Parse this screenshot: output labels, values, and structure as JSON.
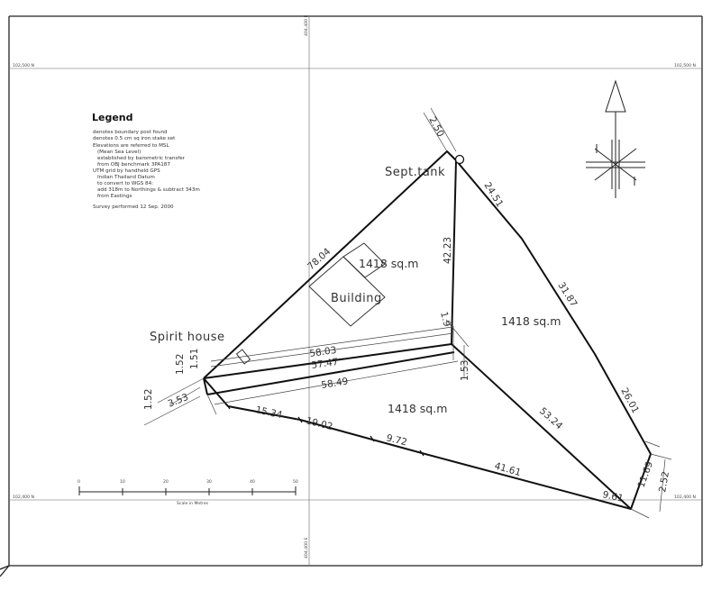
{
  "legend": {
    "title": "Legend",
    "lines": [
      "denotes boundary post found",
      "denotes 0.5 cm sq iron stake set",
      "Elevations are referred to MSL",
      "(Mean Sea Level)",
      "established by barometric transfer",
      "from OBJ benchmark 3PA187",
      "UTM grid by handheld GPS",
      "Indian Thailand Datum",
      "to convert to WGS 84:",
      "add 318m to Northings & subtract 343m",
      "from Eastings",
      "Survey performed 12 Sep. 2000"
    ]
  },
  "labels": {
    "spirit_house": "Spirit house",
    "septic_tank": "Sept.tank",
    "building": "Building",
    "area_building": "1418 sq.m",
    "area_right": "1418 sq.m",
    "area_bottom": "1418 sq.m"
  },
  "dimensions": {
    "d_250": "2.50",
    "d_7804": "78.04",
    "d_4223": "42.23",
    "d_2451": "24.51",
    "d_3187": "31.87",
    "d_2601": "26.01",
    "d_1169": "11.69",
    "d_252": "2.52",
    "d_961": "9.61",
    "d_4161": "41.61",
    "d_972": "9.72",
    "d_1902": "19.02",
    "d_1534": "15.34",
    "d_5603": "58.03",
    "d_5747": "57.47",
    "d_5849": "58.49",
    "d_5324": "53.24",
    "d_153": "1.53",
    "d_19": "1.9",
    "d_152a": "1.52",
    "d_152b": "1.52",
    "d_151": "1.51",
    "d_353": "3.53"
  },
  "grid": {
    "left_top": "102,500 N",
    "right_top": "102,500 N",
    "left_bottom": "102,400 N",
    "right_bottom": "102,400 N",
    "top_center": "404,400 E",
    "bottom_center": "404,400 E"
  },
  "scale_bar": {
    "ticks": [
      "0",
      "10",
      "20",
      "30",
      "40",
      "50"
    ],
    "caption": "Scale in Metres"
  }
}
